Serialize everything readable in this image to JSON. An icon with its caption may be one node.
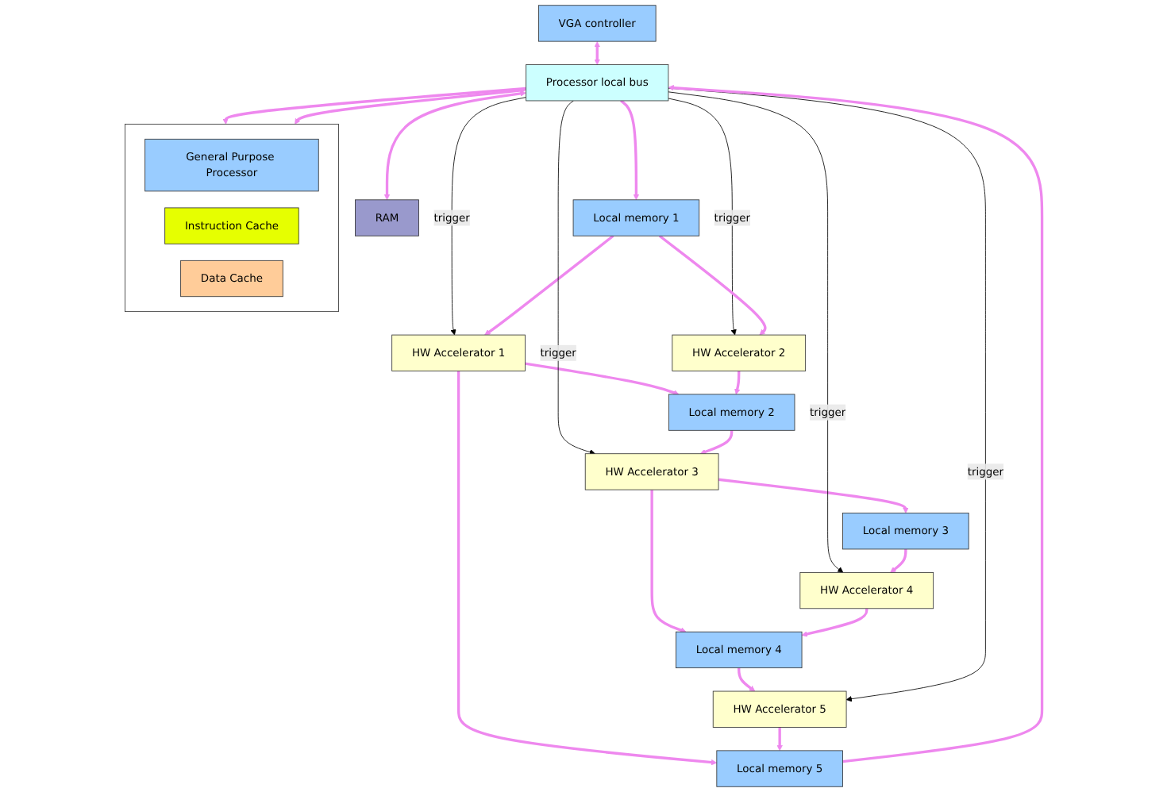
{
  "diagram": {
    "nodes": [
      {
        "text": [],
        "shape": "box"
      },
      {
        "text": [
          "General Purpose Processor"
        ],
        "in": 0
      },
      {
        "text": [
          "Instruction Cache"
        ],
        "in": 0
      },
      {
        "text": [
          "Data Cache"
        ],
        "in": 0
      },
      {
        "text": [
          "VGA controller"
        ]
      },
      {
        "text": [
          "Processor local bus"
        ]
      },
      {
        "text": [
          "RAM"
        ]
      },
      {
        "text": [
          "Local memory 1"
        ]
      },
      {
        "text": [
          "HW Accelerator 1"
        ]
      },
      {
        "text": [
          "HW Accelerator 2"
        ]
      },
      {
        "text": [
          "Local memory 2"
        ]
      },
      {
        "text": [
          "HW Accelerator 3"
        ]
      },
      {
        "text": [
          "Local memory 3"
        ]
      },
      {
        "text": [
          "HW Accelerator 4"
        ]
      },
      {
        "text": [
          "Local memory 4"
        ]
      },
      {
        "text": [
          "HW Accelerator 5"
        ]
      },
      {
        "text": [
          "Local memory 5"
        ]
      }
    ],
    "edges": [
      {
        "from": 5,
        "to": 0,
        "arrow": "to"
      },
      {
        "from": 5,
        "to": 0,
        "arrow": "both"
      },
      {
        "from": 4,
        "to": 5,
        "arrow": "both"
      },
      {
        "from": 5,
        "to": 6,
        "arrow": "both"
      },
      {
        "from": 5,
        "to": 7,
        "arrow": "to"
      },
      {
        "from": 5,
        "to": 8,
        "arrow": "to",
        "label": "trigger",
        "color": "#000000"
      },
      {
        "from": 5,
        "to": 9,
        "arrow": "to",
        "label": "trigger",
        "color": "#000000"
      },
      {
        "from": 7,
        "to": 8,
        "arrow": "to"
      },
      {
        "from": 7,
        "to": 9,
        "arrow": "to"
      },
      {
        "from": 8,
        "to": 10,
        "arrow": "to"
      },
      {
        "from": 9,
        "to": 10,
        "arrow": "to"
      },
      {
        "from": 8,
        "to": 16,
        "arrow": "to"
      },
      {
        "from": 5,
        "to": 11,
        "arrow": "to",
        "label": "trigger",
        "color": "#000000"
      },
      {
        "from": 10,
        "to": 11,
        "arrow": "to"
      },
      {
        "from": 11,
        "to": 12,
        "arrow": "to"
      },
      {
        "from": 11,
        "to": 14,
        "arrow": "to"
      },
      {
        "from": 5,
        "to": 13,
        "arrow": "to",
        "label": "trigger",
        "color": "#000000"
      },
      {
        "from": 12,
        "to": 13,
        "arrow": "to"
      },
      {
        "from": 13,
        "to": 14,
        "arrow": "to"
      },
      {
        "from": 14,
        "to": 15,
        "arrow": "to"
      },
      {
        "from": 5,
        "to": 15,
        "arrow": "to",
        "label": "trigger",
        "color": "#000000"
      },
      {
        "from": 15,
        "to": 16,
        "arrow": "to"
      },
      {
        "from": 16,
        "to": 5,
        "arrow": "to"
      }
    ]
  }
}
